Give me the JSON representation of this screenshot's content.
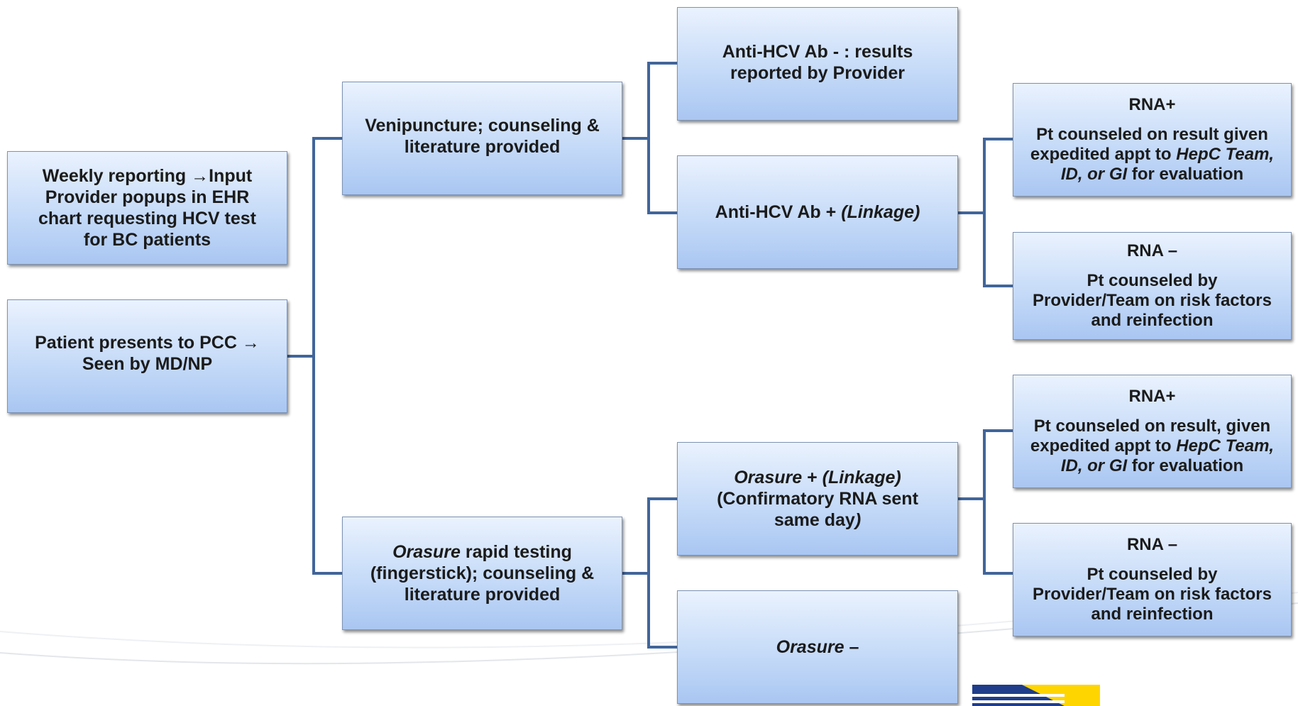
{
  "nodes": {
    "weekly": {
      "line1": "Weekly reporting →Input",
      "line2": "Provider popups in EHR",
      "line3": "chart requesting HCV test",
      "line4": "for BC patients"
    },
    "patient": {
      "line1": "Patient presents to PCC →",
      "line2": "Seen by MD/NP"
    },
    "venipuncture": {
      "line1": "Venipuncture; counseling &",
      "line2": "literature provided"
    },
    "orasure_test": {
      "italic": "Orasure",
      "line1_rest": " rapid testing",
      "line2": "(fingerstick); counseling &",
      "line3": "literature provided"
    },
    "ab_neg": {
      "line1": "Anti-HCV Ab - : results",
      "line2": "reported by Provider"
    },
    "ab_pos": {
      "text": "Anti-HCV Ab + ",
      "italic": "(Linkage)"
    },
    "orasure_pos": {
      "italic1": "Orasure",
      "mid": " + ",
      "italic2": "(Linkage)",
      "line2": "(Confirmatory RNA sent",
      "line3": "same day",
      "line3_end": ")"
    },
    "orasure_neg": {
      "italic": "Orasure",
      "rest": " –"
    },
    "rna_pos_1": {
      "title": "RNA+",
      "line1": "Pt counseled on result given",
      "line2_pre": "expedited appt to ",
      "line2_italic": "HepC Team,",
      "line3_italic": "ID, or GI",
      "line3_rest": " for evaluation"
    },
    "rna_neg_1": {
      "title": "RNA –",
      "line1": "Pt counseled by",
      "line2": "Provider/Team on risk factors",
      "line3": "and reinfection"
    },
    "rna_pos_2": {
      "title": "RNA+",
      "line1": "Pt counseled on result, given",
      "line2_pre": "expedited appt to ",
      "line2_italic": "HepC Team,",
      "line3_italic": "ID, or GI",
      "line3_rest": " for evaluation"
    },
    "rna_neg_2": {
      "title": "RNA –",
      "line1": "Pt counseled by",
      "line2": "Provider/Team on risk factors",
      "line3": "and reinfection"
    }
  },
  "colors": {
    "connector": "#41659a",
    "box_top": "#eaf2fe",
    "box_bottom": "#a9c6f2",
    "logo_blue": "#1f3d8a",
    "logo_yellow": "#ffd500"
  }
}
